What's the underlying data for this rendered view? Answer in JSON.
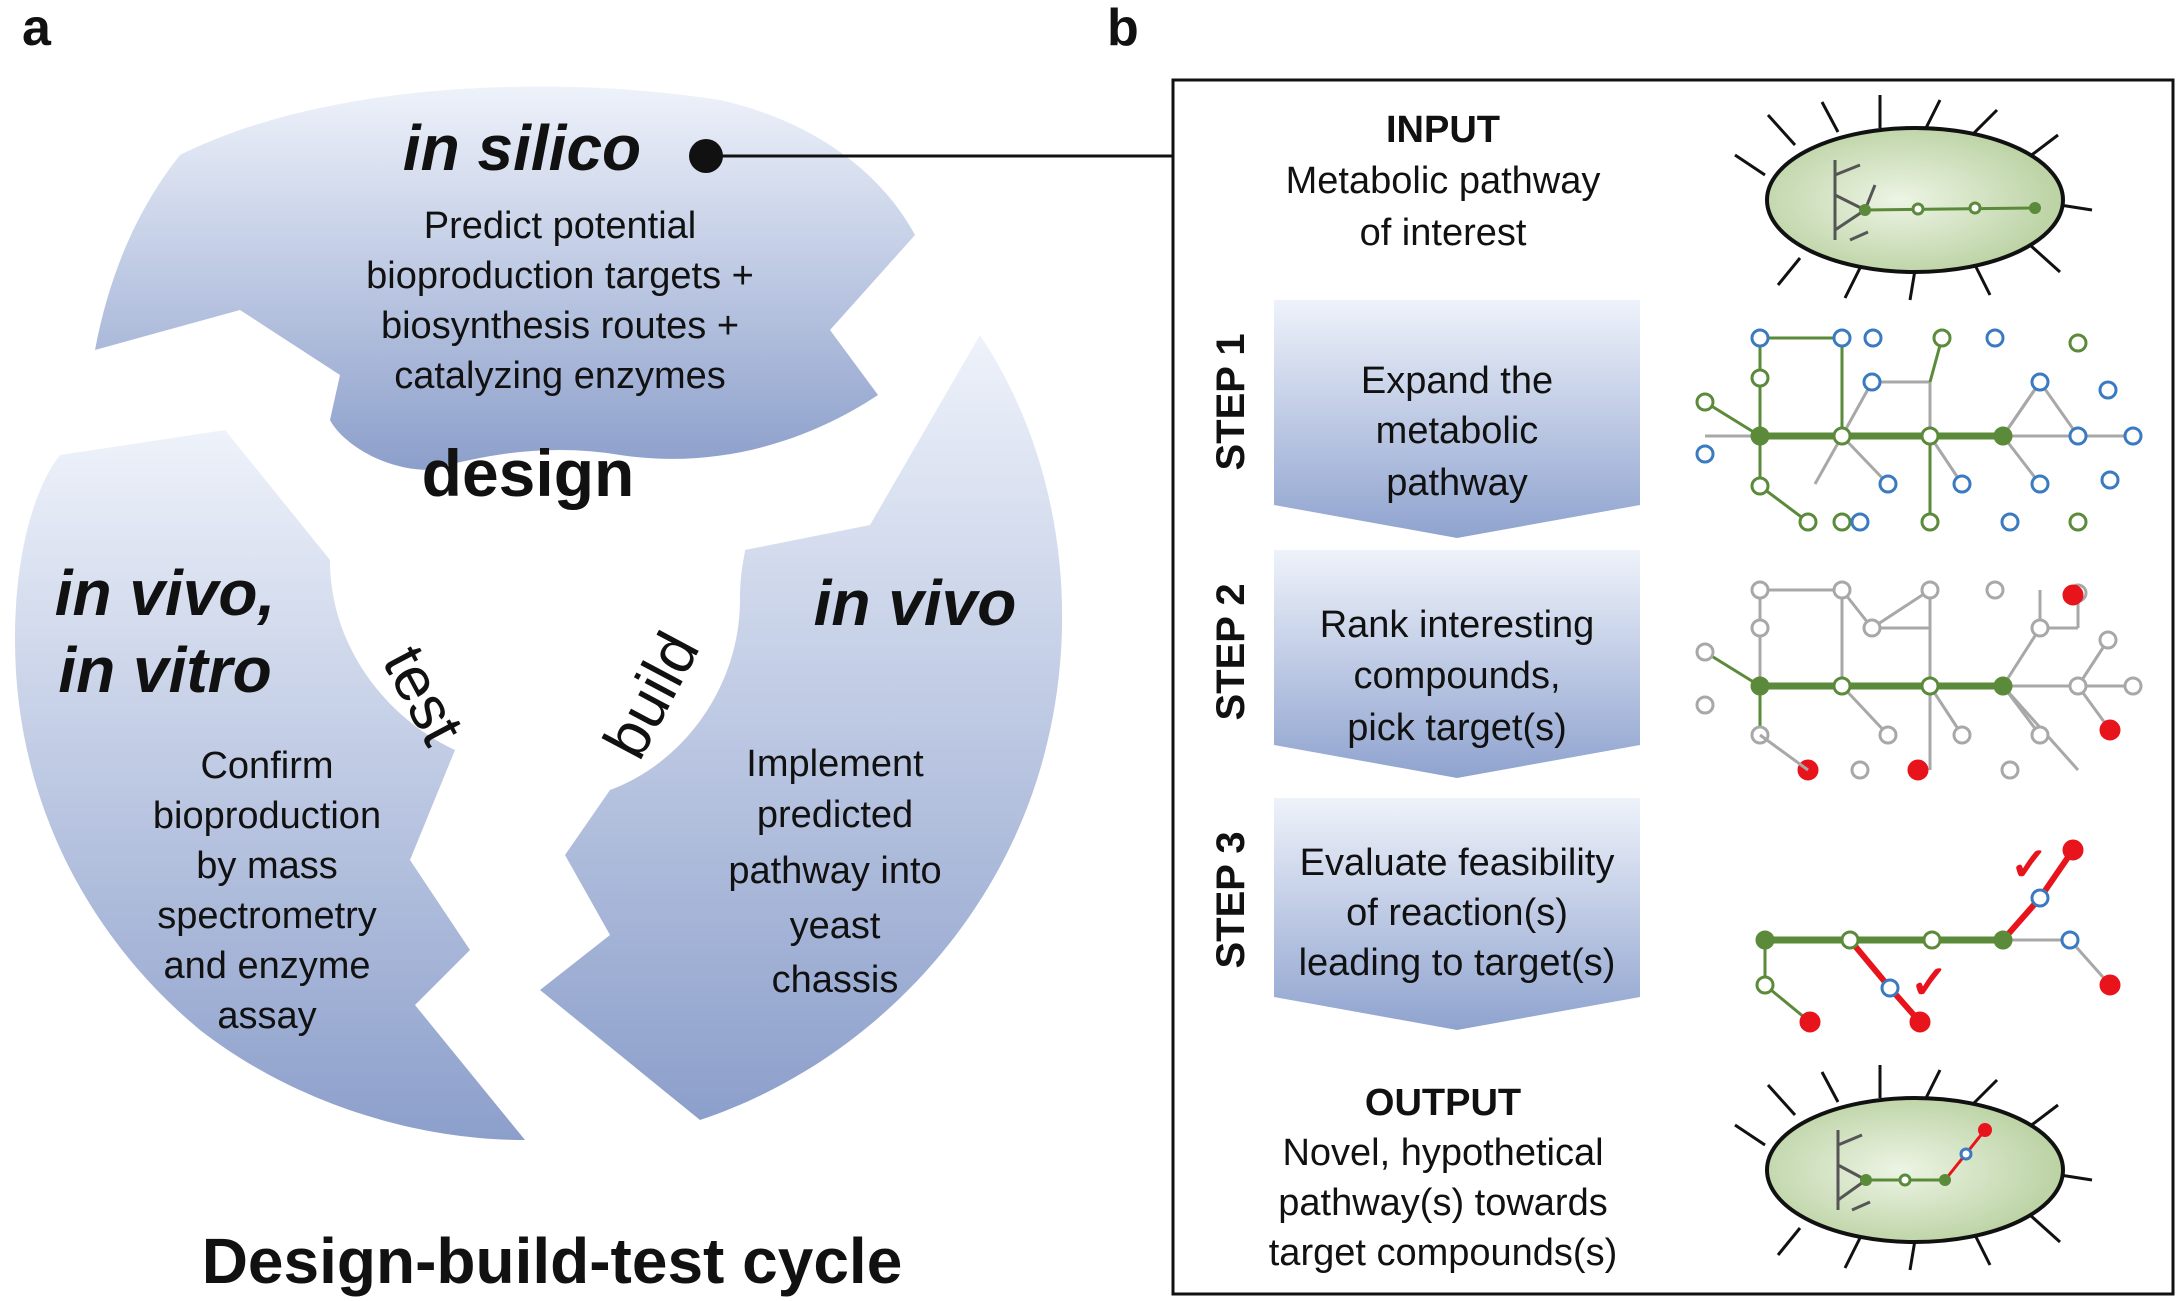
{
  "panel_a": {
    "letter": "a",
    "title": "Design-build-test cycle",
    "segments": {
      "design": {
        "heading": "in silico",
        "lines": [
          "Predict potential",
          "bioproduction targets +",
          "biosynthesis routes +",
          "catalyzing enzymes"
        ],
        "phase": "design"
      },
      "build": {
        "heading": "in vivo",
        "lines": [
          "Implement",
          "predicted",
          "pathway into",
          "yeast",
          "chassis"
        ],
        "phase": "build"
      },
      "test": {
        "heading_lines": [
          "in vivo,",
          "in vitro"
        ],
        "lines": [
          "Confirm",
          "bioproduction",
          "by mass",
          "spectrometry",
          "and enzyme",
          "assay"
        ],
        "phase": "test"
      }
    },
    "colors": {
      "segment_top": "#e6ecf7",
      "segment_bottom": "#8ea1cc"
    }
  },
  "panel_b": {
    "letter": "b",
    "input": {
      "heading": "INPUT",
      "lines": [
        "Metabolic pathway",
        "of interest"
      ]
    },
    "steps": [
      {
        "label": "STEP 1",
        "lines": [
          "Expand the",
          "metabolic",
          "pathway"
        ]
      },
      {
        "label": "STEP 2",
        "lines": [
          "Rank interesting",
          "compounds,",
          "pick target(s)"
        ]
      },
      {
        "label": "STEP 3",
        "lines": [
          "Evaluate feasibility",
          "of reaction(s)",
          "leading to target(s)"
        ]
      }
    ],
    "output": {
      "heading": "OUTPUT",
      "lines": [
        "Novel, hypothetical",
        "pathway(s) towards",
        "target compounds(s)"
      ]
    },
    "checkmarks": [
      "✓",
      "✓"
    ],
    "colors": {
      "green": "#5a8a3a",
      "blue": "#3a7ac0",
      "grey": "#a8a8a8",
      "red": "#e8141c",
      "cell": "#c9ddb4"
    }
  }
}
